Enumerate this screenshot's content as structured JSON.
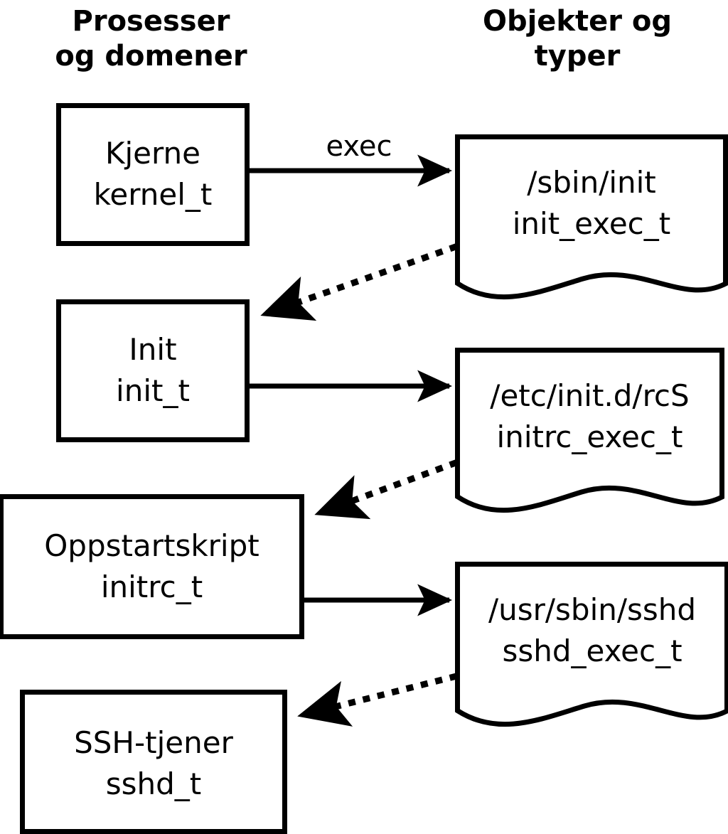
{
  "headers": {
    "processes": "Prosesser\nog domener",
    "objects": "Objekter og\ntyper"
  },
  "colors": {
    "stroke": "#000000",
    "fill": "#ffffff",
    "background": "#ffffff"
  },
  "process_nodes": [
    {
      "id": "kernel",
      "title": "Kjerne",
      "type": "kernel_t"
    },
    {
      "id": "init",
      "title": "Init",
      "type": "init_t"
    },
    {
      "id": "initrc",
      "title": "Oppstartskript",
      "type": "initrc_t"
    },
    {
      "id": "sshd",
      "title": "SSH-tjener",
      "type": "sshd_t"
    }
  ],
  "object_nodes": [
    {
      "id": "sbin-init",
      "path": "/sbin/init",
      "type": "init_exec_t"
    },
    {
      "id": "etc-rcs",
      "path": "/etc/init.d/rcS",
      "type": "initrc_exec_t"
    },
    {
      "id": "usr-sshd",
      "path": "/usr/sbin/sshd",
      "type": "sshd_exec_t"
    }
  ],
  "edges": [
    {
      "id": "kernel-exec-sbininit",
      "style": "solid",
      "label": "exec",
      "from": "kernel",
      "to": "sbin-init"
    },
    {
      "id": "sbininit-transition-init",
      "style": "dotted",
      "label": "",
      "from": "sbin-init",
      "to": "init"
    },
    {
      "id": "init-exec-etcrcs",
      "style": "solid",
      "label": "",
      "from": "init",
      "to": "etc-rcs"
    },
    {
      "id": "etcrcs-transition-initrc",
      "style": "dotted",
      "label": "",
      "from": "etc-rcs",
      "to": "initrc"
    },
    {
      "id": "initrc-exec-usrsshd",
      "style": "solid",
      "label": "",
      "from": "initrc",
      "to": "usr-sshd"
    },
    {
      "id": "usrsshd-transition-sshd",
      "style": "dotted",
      "label": "",
      "from": "usr-sshd",
      "to": "sshd"
    }
  ]
}
